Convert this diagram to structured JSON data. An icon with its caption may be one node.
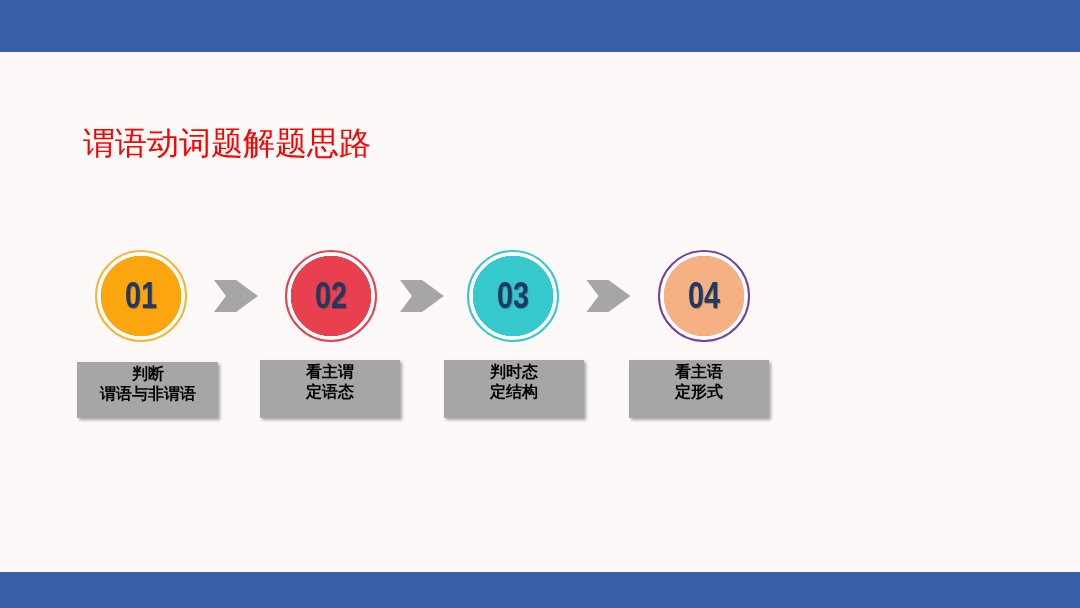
{
  "diagram": {
    "title": "谓语动词题解题思路",
    "nodes": [
      {
        "text": [
          "01"
        ]
      },
      {
        "text": [
          "02"
        ]
      },
      {
        "text": [
          "03"
        ]
      },
      {
        "text": [
          "04"
        ]
      },
      {
        "text": [
          "判断",
          "谓语与非谓语"
        ]
      },
      {
        "text": [
          "看主谓",
          "定语态"
        ]
      },
      {
        "text": [
          "判时态",
          "定结构"
        ]
      },
      {
        "text": [
          "看主语",
          "定形式"
        ]
      }
    ],
    "edges": [
      {
        "from": 0,
        "to": 1,
        "arrow": "to"
      },
      {
        "from": 1,
        "to": 2,
        "arrow": "to"
      },
      {
        "from": 2,
        "to": 3,
        "arrow": "to"
      }
    ]
  }
}
